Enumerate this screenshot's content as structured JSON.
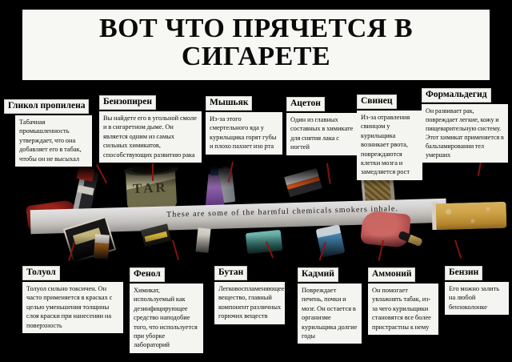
{
  "poster": {
    "title": "ВОТ ЧТО ПРЯЧЕТСЯ В СИГАРЕТЕ",
    "photo_caption": "These are some of the harmful chemicals smokers inhale.",
    "background_color": "#000000",
    "panel_color": "#f4f4f1",
    "leader_line_color": "#8f1212"
  },
  "top_callouts": [
    {
      "name": "Гликол пропилена",
      "description": "Табачная промышленность утверждает, что она добавляет его в табак, чтобы он не высыхал"
    },
    {
      "name": "Бензопирен",
      "description": "Вы найдете его в угольной смоле и в сигаретном дыме. Он является одним из самых сильных химикатов, способствующих развитию рака"
    },
    {
      "name": "Мышьяк",
      "description": "Из-за этого смертельного яда у курильщика горят губы и плохо пахнет изо рта"
    },
    {
      "name": "Ацетон",
      "description": "Один из главных составных в химикате для снятия лака с ногтей"
    },
    {
      "name": "Свинец",
      "description": "Из-за отравления свинцом у курильщика возникает рвота, повреждаются клетки мозга и замедляется рост"
    },
    {
      "name": "Формальдегид",
      "description": "Он развивает рак, повреждает легкие, кожу и пищеварительную систему. Этот химикат применяется в бальзамировании тел умерших"
    }
  ],
  "bottom_callouts": [
    {
      "name": "Толуол",
      "description": "Толуол сильно токсичен. Он часто применяется в красках с целью уменьшения толщины слоя краски при нанесении на поверхность"
    },
    {
      "name": "Фенол",
      "description": "Химикат, используемый как дезинфицирующее средство наподобие того, что используется при уборке лабораторий"
    },
    {
      "name": "Бутан",
      "description": "Легковоспламеняющееся вещество, главный компонент различных горючих веществ"
    },
    {
      "name": "Кадмий",
      "description": "Повреждает печень, почки и мозг. Он остается в организме курильщика долгие годы"
    },
    {
      "name": "Аммоний",
      "description": "Он помогает увлажнять табак, из-за чего курильщики становятся все более пристрастны к нему"
    },
    {
      "name": "Бензин",
      "description": "Его можно залить на любой бензоколонке"
    }
  ],
  "photo_objects": [
    {
      "label": "tar-bucket"
    },
    {
      "label": "spray-can"
    },
    {
      "label": "glass-bottle"
    },
    {
      "label": "cigarette-pack"
    },
    {
      "label": "battery"
    },
    {
      "label": "purple-cleaner-bottle"
    },
    {
      "label": "razor-blade"
    },
    {
      "label": "tobacco-jar"
    },
    {
      "label": "rubber-glove"
    },
    {
      "label": "gas-can"
    },
    {
      "label": "lighter"
    },
    {
      "label": "blood-stain"
    }
  ]
}
